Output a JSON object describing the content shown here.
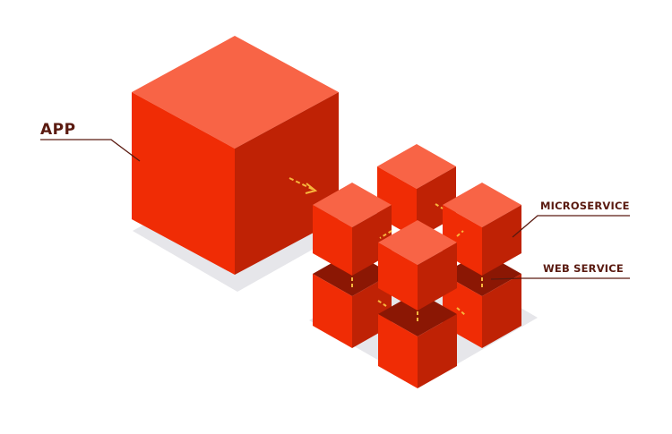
{
  "labels": {
    "app": "APP",
    "microservice": "MICROSERVICE",
    "web_service": "WEB SERVICE"
  },
  "colors": {
    "cube_top": "#f86446",
    "cube_left": "#f02c05",
    "cube_right": "#bf2205",
    "cube_dark": "#8b1704",
    "shadow": "#e6e6ea",
    "connector": "#f7b63d",
    "label": "#5a1a10"
  },
  "icons": {
    "arrow": "arrow-icon"
  }
}
